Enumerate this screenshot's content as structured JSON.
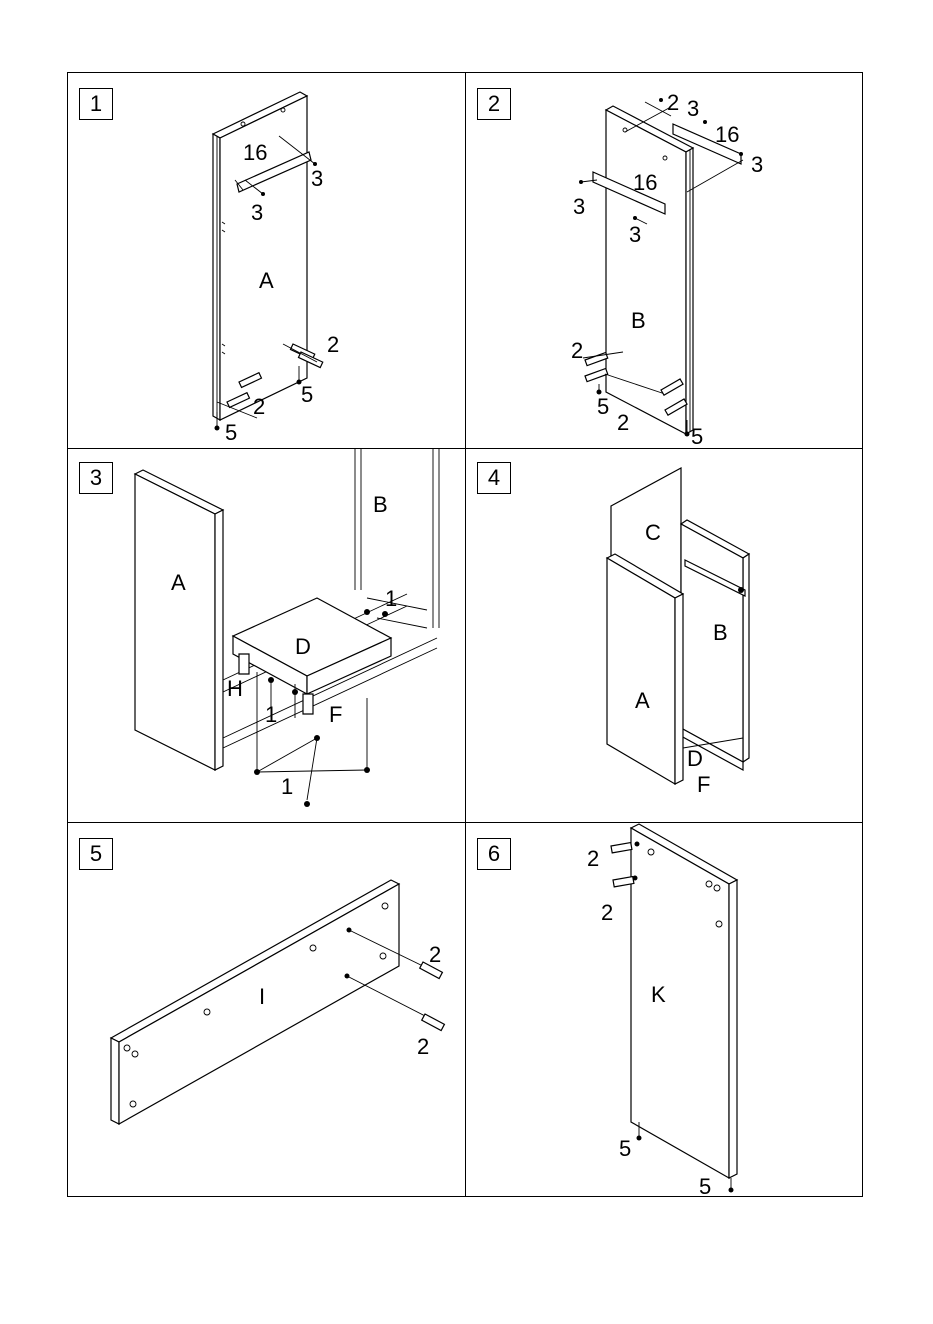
{
  "steps": [
    {
      "number": "1",
      "labels": {
        "part": "A",
        "top_bracket_count": "16",
        "top_screw_right": "3",
        "top_screw_left": "3",
        "dowel_right": "2",
        "dowel_left": "2",
        "cam_right": "5",
        "cam_left": "5"
      }
    },
    {
      "number": "2",
      "labels": {
        "dowel_top": "2",
        "screw_top_a": "3",
        "bracket_right": "16",
        "screw_right": "3",
        "bracket_left": "16",
        "screw_left": "3",
        "screw_bottom": "3",
        "part": "B",
        "dowel_left": "2",
        "cam_left": "5",
        "dowel_bottom": "2",
        "cam_right": "5"
      }
    },
    {
      "number": "3",
      "labels": {
        "part_a": "A",
        "part_b": "B",
        "part_d": "D",
        "part_h": "H",
        "part_f": "F",
        "screw_top": "1",
        "screw_mid": "1",
        "screw_bottom": "1"
      }
    },
    {
      "number": "4",
      "labels": {
        "part_c": "C",
        "part_b": "B",
        "part_a": "A",
        "part_d": "D",
        "part_f": "F"
      }
    },
    {
      "number": "5",
      "labels": {
        "part": "I",
        "dowel_top": "2",
        "dowel_bottom": "2"
      }
    },
    {
      "number": "6",
      "labels": {
        "dowel_top": "2",
        "dowel_bottom": "2",
        "part": "K",
        "cam_left": "5",
        "cam_right": "5"
      }
    }
  ]
}
